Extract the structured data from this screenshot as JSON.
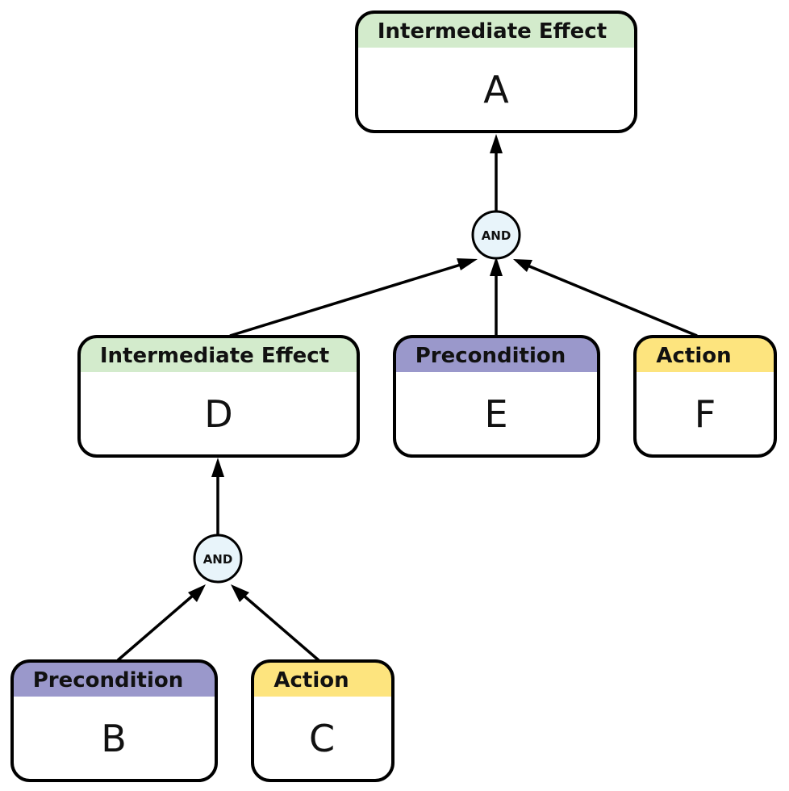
{
  "node_types": {
    "intermediate": {
      "label": "Intermediate Effect",
      "color": "#d3ebcc"
    },
    "precondition": {
      "label": "Precondition",
      "color": "#9a98cb"
    },
    "action": {
      "label": "Action",
      "color": "#fde47e"
    }
  },
  "nodes": [
    {
      "id": "A",
      "type": "intermediate",
      "label": "A"
    },
    {
      "id": "D",
      "type": "intermediate",
      "label": "D"
    },
    {
      "id": "E",
      "type": "precondition",
      "label": "E"
    },
    {
      "id": "F",
      "type": "action",
      "label": "F"
    },
    {
      "id": "B",
      "type": "precondition",
      "label": "B"
    },
    {
      "id": "C",
      "type": "action",
      "label": "C"
    }
  ],
  "gates": [
    {
      "id": "gate1",
      "label": "AND",
      "output": "A",
      "inputs": [
        "D",
        "E",
        "F"
      ]
    },
    {
      "id": "gate2",
      "label": "AND",
      "output": "D",
      "inputs": [
        "B",
        "C"
      ]
    }
  ]
}
